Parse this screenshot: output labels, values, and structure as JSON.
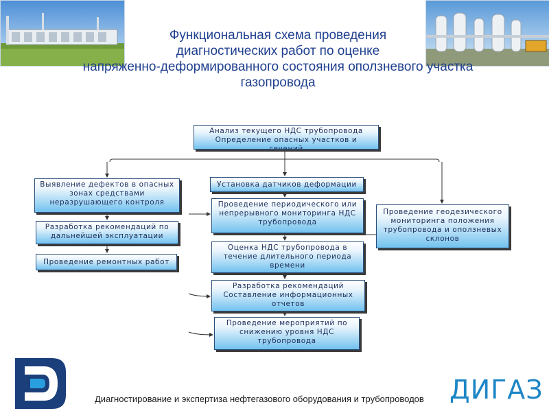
{
  "title": {
    "lines": [
      "Функциональная схема проведения",
      "диагностических работ по оценке",
      "напряженно-деформированного состояния оползневого участка",
      "газопровода"
    ]
  },
  "boxes": {
    "analysis": [
      "Анализ текущего НДС трубопровода",
      "Определение опасных участков и сечений"
    ],
    "defects": [
      "Выявление дефектов в опасных",
      "зонах средствами",
      "неразрушающего контроля"
    ],
    "recommend_operation": [
      "Разработка рекомендаций по",
      "дальнейшей эксплуатации"
    ],
    "repair": [
      "Проведение ремонтных работ"
    ],
    "sensors": [
      "Установка датчиков деформации"
    ],
    "monitoring": [
      "Проведение периодического или",
      "непрерывного мониторинга НДС",
      "трубопровода"
    ],
    "geodetic": [
      "Проведение геодезического",
      "мониторинга положения",
      "трубопровода и оползневых",
      "склонов"
    ],
    "long_term": [
      "Оценка НДС трубопровода в",
      "течение длительного периода",
      "времени"
    ],
    "reports": [
      "Разработка рекомендаций",
      "Составление информационных",
      "отчетов"
    ],
    "measures": [
      "Проведение мероприятий по",
      "снижению уровня НДС",
      "трубопровода"
    ]
  },
  "footer": {
    "brand": "ДИГАЗ",
    "tagline": "Диагностирование и экспертиза нефтегазового оборудования и трубопроводов"
  },
  "colors": {
    "title": "#1f3f8f",
    "brand": "#1d86c6",
    "box_gradient_bottom": "#72c2ef",
    "box_border": "#2a4f7c",
    "logo_dark": "#1b3f7a"
  },
  "icons": {
    "left_photo": "gas-compressor-station-photo",
    "right_photo": "gas-plant-tanks-photo",
    "logo": "digaz-d-logo"
  }
}
